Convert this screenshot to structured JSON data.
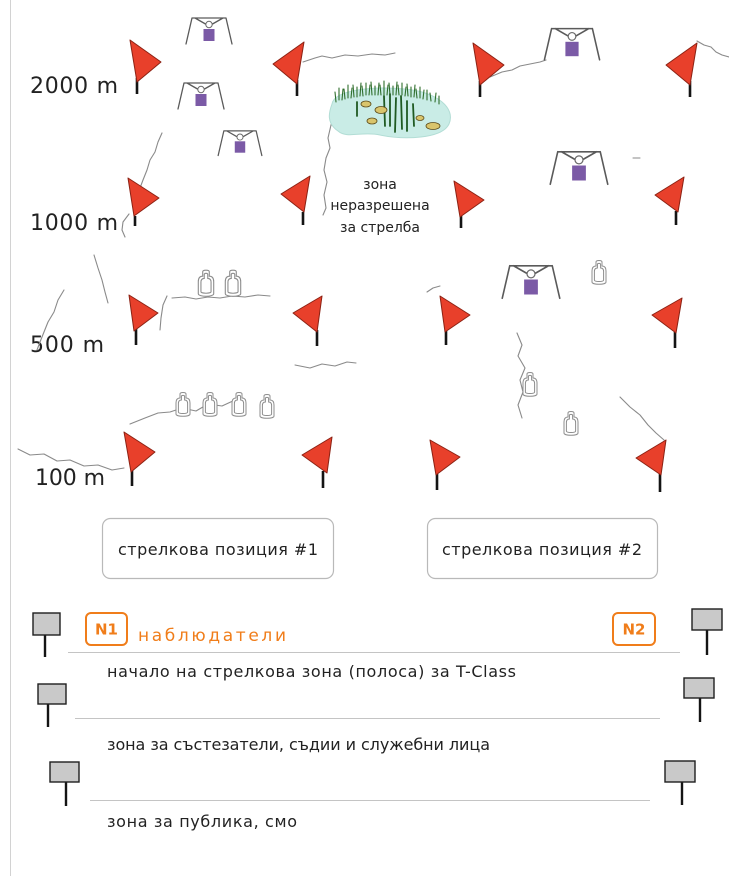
{
  "distance_labels": {
    "d2000": "2000 m",
    "d1000": "1000 m",
    "d500": "500 m",
    "d100": "100 m"
  },
  "no_shoot_zone": {
    "lines": [
      "зона",
      "неразрешена",
      "за стрелба"
    ]
  },
  "firing_positions": [
    {
      "label": "стрелкова позиция #1"
    },
    {
      "label": "стрелкова позиция #2"
    }
  ],
  "observers": {
    "badges": [
      "N1",
      "N2"
    ],
    "label": "наблюдатели"
  },
  "zones": [
    {
      "label": "начало на стрелкова зона (полоса) за T-Class"
    },
    {
      "label": "зона за състезатели, съдии и служебни лица"
    },
    {
      "label": "зона за публика, смо"
    }
  ],
  "icons": {
    "flag": "red-flag-icon",
    "steel_target": "steel-target-icon",
    "silhouette_target": "silhouette-target-icon",
    "sign": "sign-post-icon",
    "pond": "pond-icon"
  },
  "colors": {
    "flag": "#e8402b",
    "steel_target": "#7b5aa6",
    "observer_accent": "#f07d1a",
    "pond": "#c9ece6",
    "terrain_crack": "#8a8a8a"
  }
}
